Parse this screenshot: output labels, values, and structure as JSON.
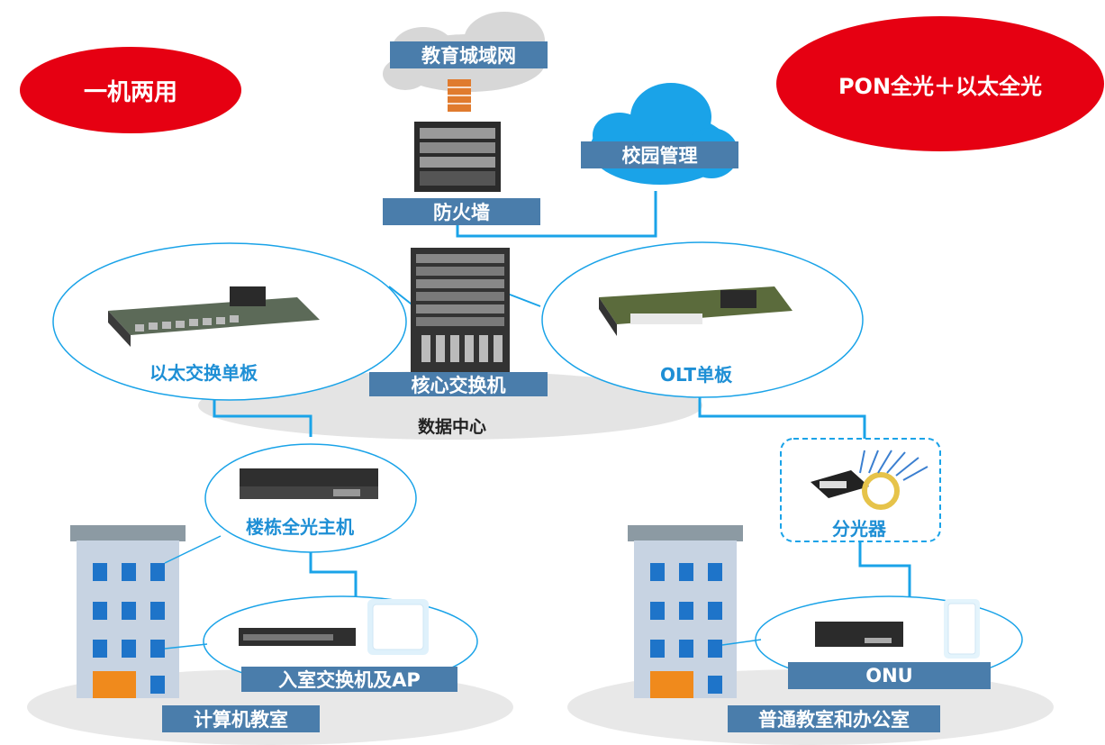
{
  "badges": {
    "left": "一机两用",
    "right": "PON全光＋以太全光"
  },
  "nodes": {
    "edu_network": "教育城域网",
    "campus_mgmt": "校园管理",
    "firewall": "防火墙",
    "core_switch": "核心交换机",
    "data_center": "数据中心",
    "eth_board": "以太交换单板",
    "olt_board": "OLT单板",
    "building_host": "楼栋全光主机",
    "indoor_switch_ap": "入室交换机及AP",
    "computer_room": "计算机教室",
    "splitter": "分光器",
    "onu": "ONU",
    "classroom_office": "普通教室和办公室"
  },
  "colors": {
    "badge_red": "#e60012",
    "label_blue": "#4a7dab",
    "line_blue": "#1aa3e8",
    "text_blue": "#1e8fd5"
  }
}
